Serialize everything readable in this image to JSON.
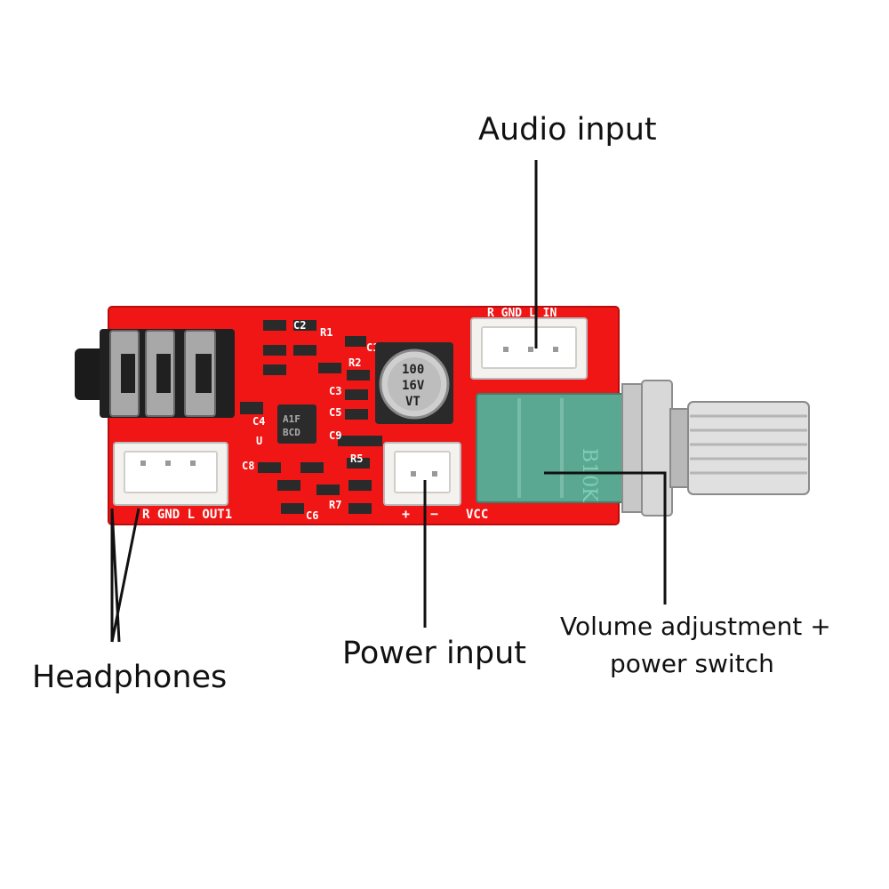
{
  "callouts": {
    "audio_input": "Audio input",
    "power_input": "Power input",
    "headphones": "Headphones",
    "volume_line1": "Volume adjustment +",
    "volume_line2": "power switch"
  },
  "board": {
    "out_label": "R  GND  L   OUT1",
    "vcc_label": "VCC",
    "plus": "+",
    "minus": "−",
    "in_label": "R GND L  IN",
    "cap_text1": "100",
    "cap_text2": "16V",
    "cap_text3": "VT",
    "pot_text": "B10K",
    "chip_text1": "A1F",
    "chip_text2": "BCD",
    "ref_c8": "C8",
    "ref_c4": "C4",
    "ref_c3": "C3",
    "ref_c5": "C5",
    "ref_c9": "C9",
    "ref_c6": "C6",
    "ref_r7": "R7",
    "ref_r5": "R5",
    "ref_r1": "R1",
    "ref_c2": "C2",
    "ref_r2": "R2",
    "ref_c1": "C1",
    "ref_u": "U"
  },
  "colors": {
    "pcb": "#f01616",
    "connector": "#f4f2ee",
    "pot_body": "#5aa891",
    "metal": "#c8c8c8",
    "line": "#111111"
  }
}
